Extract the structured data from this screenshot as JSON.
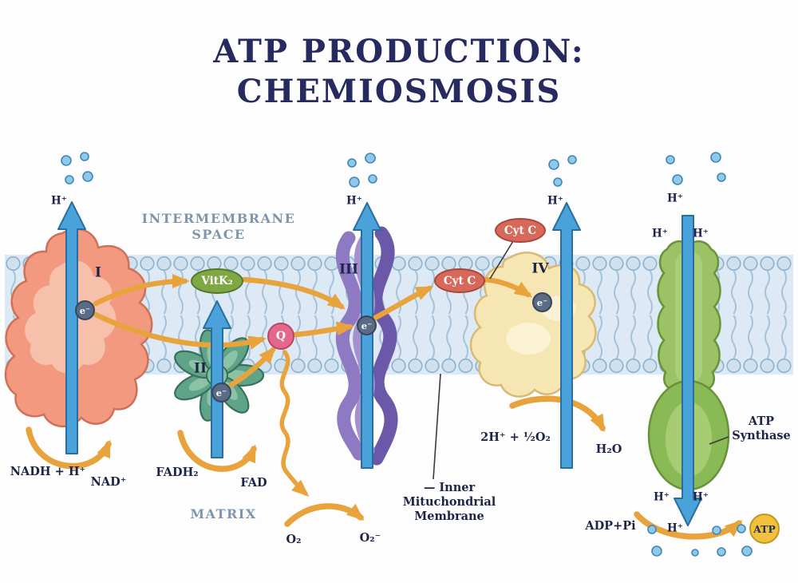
{
  "title": "ATP PRODUCTION: CHEMIOSMOSIS",
  "regions": {
    "intermembrane_space": "INTERMEMBRANE\nSPACE",
    "matrix": "MATRIX"
  },
  "complexes": {
    "c1": "I",
    "c2": "II",
    "c3": "III",
    "c4": "IV"
  },
  "carriers": {
    "vitk2": "VitK₂",
    "q": "Q",
    "cytc": "Cyt C",
    "electron": "e⁻"
  },
  "ions": {
    "h_plus": "H⁺"
  },
  "molecules": {
    "nadh": "NADH + H⁺",
    "nad": "NAD⁺",
    "fadh2": "FADH₂",
    "fad": "FAD",
    "o2": "O₂",
    "o2_minus": "O₂⁻",
    "oxygen_reaction": "2H⁺ + ½O₂",
    "h2o": "H₂O",
    "adp": "ADP+Pi",
    "atp": "ATP"
  },
  "annotations": {
    "inner_membrane": "— Inner\nMituchondrial\nMembrane",
    "atp_synthase": "ATP\nSynthase"
  },
  "colors": {
    "background": "#fdfdfd",
    "title_text": "#262a5e",
    "label_text": "#1e2448",
    "region_text": "#7e96ac",
    "membrane_head": "#cfe1ef",
    "membrane_band": "#dde9f4",
    "complex_i": "#f2997f",
    "complex_ii": "#5fa488",
    "complex_iii": "#8d7ac2",
    "complex_iv": "#f6e6b4",
    "atp_synthase": "#8aba55",
    "proton_arrow": "#49a2d9",
    "electron_arrow": "#e8a33d",
    "vitk2": "#7fa844",
    "q": "#e4688c",
    "cyt_c": "#d7695a",
    "electron_ball": "#5a6b85",
    "atp_coin": "#f1c13e",
    "h_dot": "#8ec9ea"
  }
}
